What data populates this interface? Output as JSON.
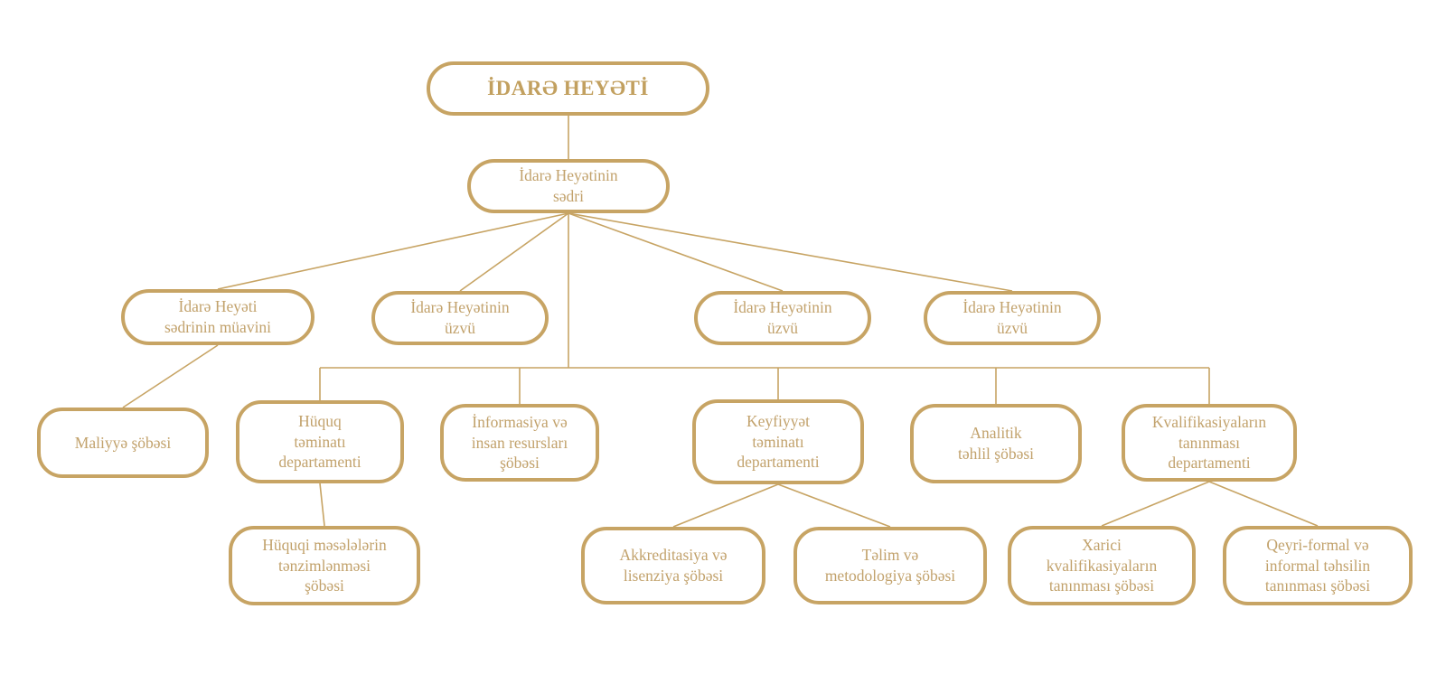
{
  "colors": {
    "background": "#ffffff",
    "line": "#C7A464",
    "node_border": "#C7A464",
    "node_text": "#C2A26C",
    "title_text": "#C2A05F"
  },
  "chart_type": "organizational-chart",
  "nodes": [
    {
      "id": "board",
      "label": "İDARƏ HEYƏTİ",
      "parent": null
    },
    {
      "id": "chairman",
      "label": "İdarə Heyətinin\nsədri",
      "parent": "board"
    },
    {
      "id": "deputy",
      "label": "İdarə Heyəti\nsədrinin müavini",
      "parent": "chairman"
    },
    {
      "id": "member-1",
      "label": "İdarə Heyətinin\nüzvü",
      "parent": "chairman"
    },
    {
      "id": "member-2",
      "label": "İdarə Heyətinin\nüzvü",
      "parent": "chairman"
    },
    {
      "id": "member-3",
      "label": "İdarə Heyətinin\nüzvü",
      "parent": "chairman"
    },
    {
      "id": "maliyye",
      "label": "Maliyyə şöbəsi",
      "parent": "deputy"
    },
    {
      "id": "huquq",
      "label": "Hüquq\ntəminatı\ndepartamenti",
      "parent": "chairman"
    },
    {
      "id": "informasiya",
      "label": "İnformasiya və\ninsan resursları\nşöbəsi",
      "parent": "chairman"
    },
    {
      "id": "keyfiyyet",
      "label": "Keyfiyyət\ntəminatı\ndepartamenti",
      "parent": "chairman"
    },
    {
      "id": "analitik",
      "label": "Analitik\ntəhlil şöbəsi",
      "parent": "chairman"
    },
    {
      "id": "kvalifikasiya",
      "label": "Kvalifikasiyaların\ntanınması\ndepartamenti",
      "parent": "chairman"
    },
    {
      "id": "huquqi-meseler",
      "label": "Hüquqi məsələlərin\ntənzimlənməsi\nşöbəsi",
      "parent": "huquq"
    },
    {
      "id": "akkreditasiya",
      "label": "Akkreditasiya və\nlisenziya şöbəsi",
      "parent": "keyfiyyet"
    },
    {
      "id": "telim",
      "label": "Təlim və\nmetodologiya şöbəsi",
      "parent": "keyfiyyet"
    },
    {
      "id": "xarici",
      "label": "Xarici\nkvalifikasiyaların\ntanınması şöbəsi",
      "parent": "kvalifikasiya"
    },
    {
      "id": "qeyri-formal",
      "label": "Qeyri-formal və\ninformal təhsilin\ntanınması şöbəsi",
      "parent": "kvalifikasiya"
    }
  ]
}
